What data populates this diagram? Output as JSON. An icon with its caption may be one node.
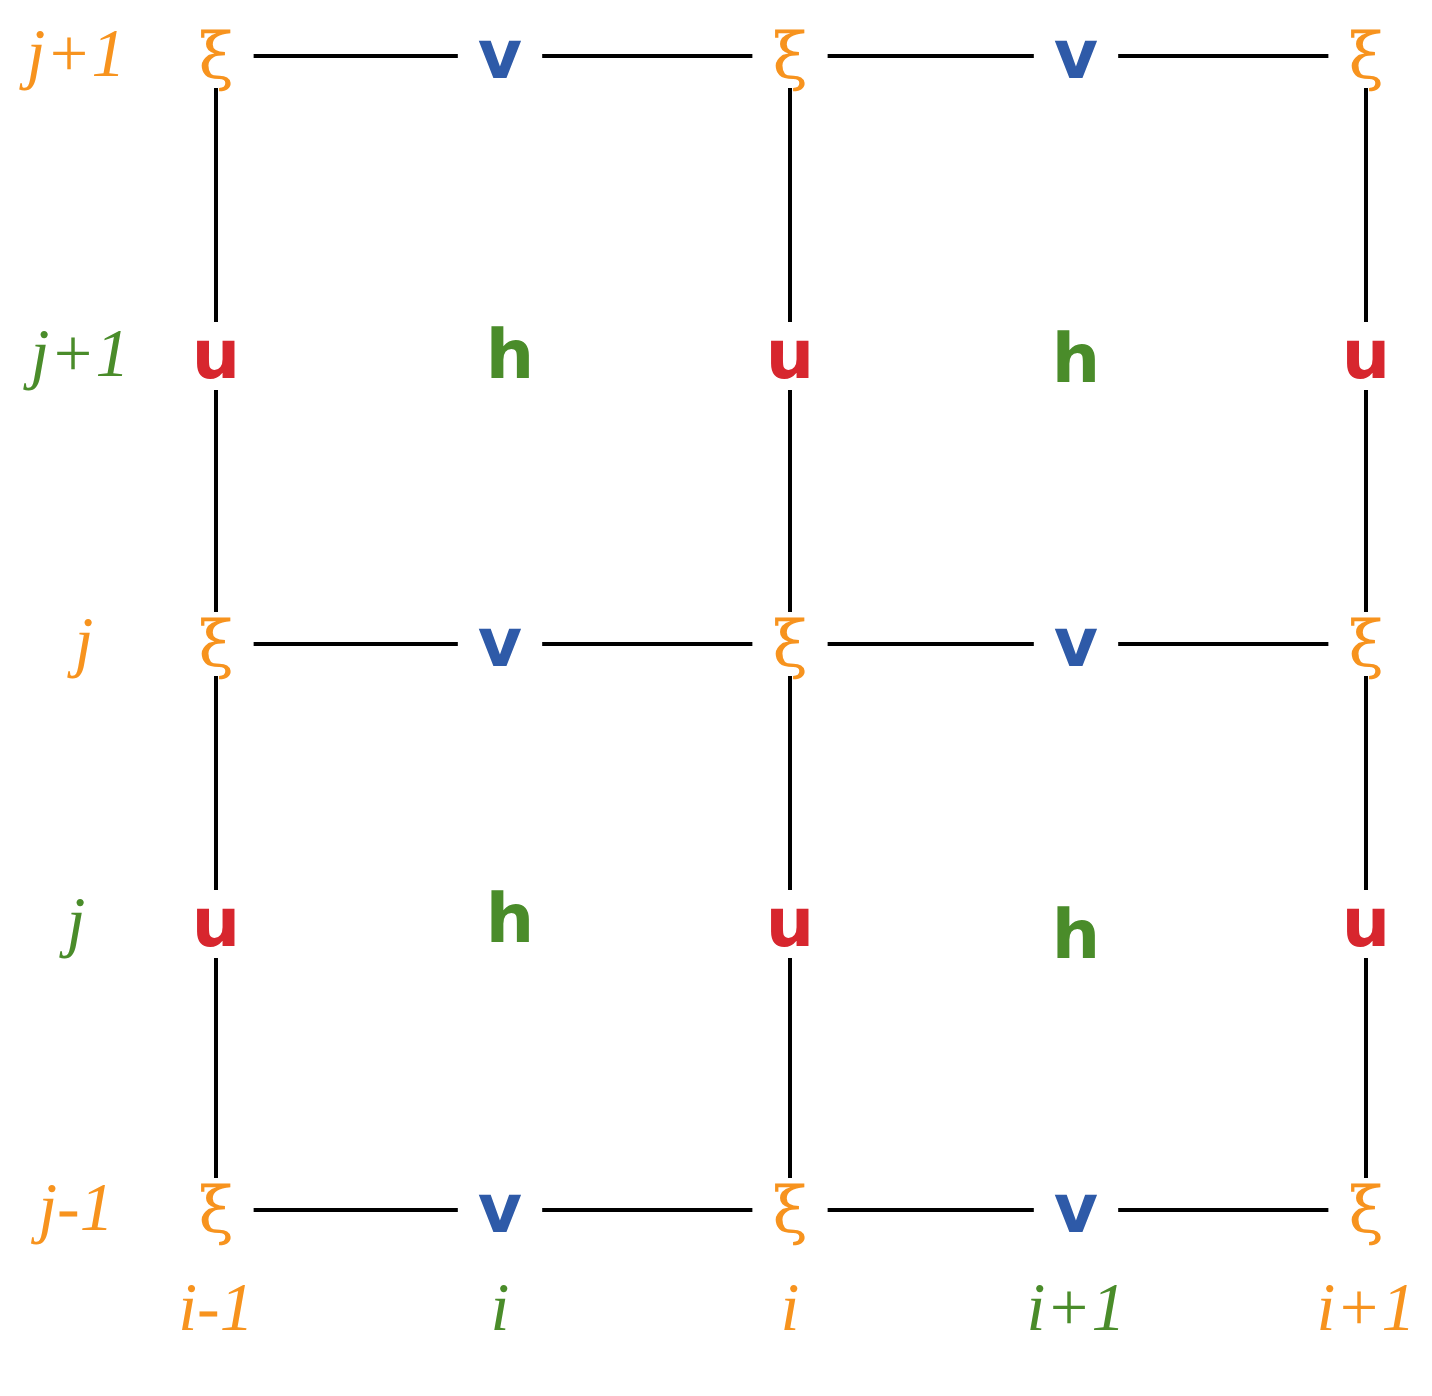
{
  "diagram": {
    "nodes": [
      {
        "text": [
          "ξ"
        ]
      },
      {
        "text": [
          "v"
        ]
      },
      {
        "text": [
          "ξ"
        ]
      },
      {
        "text": [
          "v"
        ]
      },
      {
        "text": [
          "ξ"
        ]
      },
      {
        "text": [
          "u"
        ]
      },
      {
        "text": [
          "u"
        ]
      },
      {
        "text": [
          "u"
        ]
      },
      {
        "text": [
          "ξ"
        ]
      },
      {
        "text": [
          "v"
        ]
      },
      {
        "text": [
          "ξ"
        ]
      },
      {
        "text": [
          "v"
        ]
      },
      {
        "text": [
          "ξ"
        ]
      },
      {
        "text": [
          "u"
        ]
      },
      {
        "text": [
          "u"
        ]
      },
      {
        "text": [
          "u"
        ]
      },
      {
        "text": [
          "ξ"
        ]
      },
      {
        "text": [
          "v"
        ]
      },
      {
        "text": [
          "ξ"
        ]
      },
      {
        "text": [
          "v"
        ]
      },
      {
        "text": [
          "ξ"
        ]
      }
    ],
    "edges": [
      {
        "from": 0,
        "to": 1,
        "arrow": "none"
      },
      {
        "from": 1,
        "to": 2,
        "arrow": "none"
      },
      {
        "from": 2,
        "to": 3,
        "arrow": "none"
      },
      {
        "from": 3,
        "to": 4,
        "arrow": "none"
      },
      {
        "from": 8,
        "to": 9,
        "arrow": "none"
      },
      {
        "from": 9,
        "to": 10,
        "arrow": "none"
      },
      {
        "from": 10,
        "to": 11,
        "arrow": "none"
      },
      {
        "from": 11,
        "to": 12,
        "arrow": "none"
      },
      {
        "from": 16,
        "to": 17,
        "arrow": "none"
      },
      {
        "from": 17,
        "to": 18,
        "arrow": "none"
      },
      {
        "from": 18,
        "to": 19,
        "arrow": "none"
      },
      {
        "from": 19,
        "to": 20,
        "arrow": "none"
      },
      {
        "from": 0,
        "to": 5,
        "arrow": "none"
      },
      {
        "from": 5,
        "to": 8,
        "arrow": "none"
      },
      {
        "from": 8,
        "to": 13,
        "arrow": "none"
      },
      {
        "from": 13,
        "to": 16,
        "arrow": "none"
      },
      {
        "from": 2,
        "to": 6,
        "arrow": "none"
      },
      {
        "from": 6,
        "to": 10,
        "arrow": "none"
      },
      {
        "from": 10,
        "to": 14,
        "arrow": "none"
      },
      {
        "from": 14,
        "to": 18,
        "arrow": "none"
      },
      {
        "from": 4,
        "to": 7,
        "arrow": "none"
      },
      {
        "from": 7,
        "to": 12,
        "arrow": "none"
      },
      {
        "from": 12,
        "to": 15,
        "arrow": "none"
      },
      {
        "from": 15,
        "to": 20,
        "arrow": "none"
      }
    ],
    "labels": [
      "j+1",
      "j+1",
      "h",
      "h",
      "j",
      "j",
      "h",
      "h",
      "j-1",
      "i-1",
      "i",
      "i",
      "i+1",
      "i+1"
    ]
  }
}
